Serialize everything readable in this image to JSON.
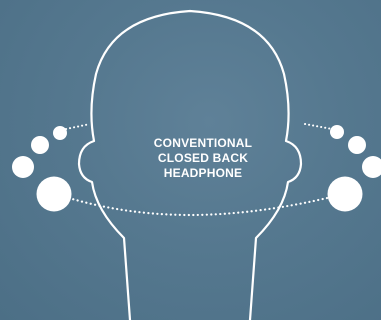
{
  "diagram": {
    "label_lines": [
      "CONVENTIONAL",
      "CLOSED BACK",
      "HEADPHONE"
    ],
    "colors": {
      "background": "#55788f",
      "outline": "#ffffff",
      "text": "#ffffff"
    },
    "icons": {
      "head": "head-silhouette-icon",
      "sound_left": "sound-bubbles-left-icon",
      "sound_right": "sound-bubbles-right-icon"
    }
  }
}
